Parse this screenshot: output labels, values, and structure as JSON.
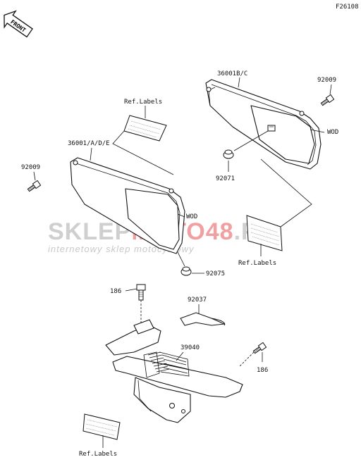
{
  "figure_code": "F26108",
  "front_badge": "FRONT",
  "watermark": {
    "brand_part1": "SKLEP",
    "brand_part2": "MOTO",
    "brand_part3": "48",
    "brand_part4": ".PL",
    "tagline": "internetowy sklep motocyklowy"
  },
  "callouts": {
    "right_cover": "36001B/C",
    "bolt_top_right": "92009",
    "wod_right": "WOD",
    "grommet_right": "92071",
    "ref_labels_top": "Ref.Labels",
    "left_cover": "36001/A/D/E",
    "bolt_left": "92009",
    "wod_left": "WOD",
    "grommet_left": "92075",
    "ref_labels_right": "Ref.Labels",
    "bolt_lower_left": "186",
    "clip": "92037",
    "guard": "39040",
    "bolt_lower_right": "186",
    "ref_labels_bottom": "Ref.Labels"
  },
  "colors": {
    "line": "#111111",
    "watermark_grey": "#cfcfcf",
    "watermark_red": "#f0a0a0"
  }
}
